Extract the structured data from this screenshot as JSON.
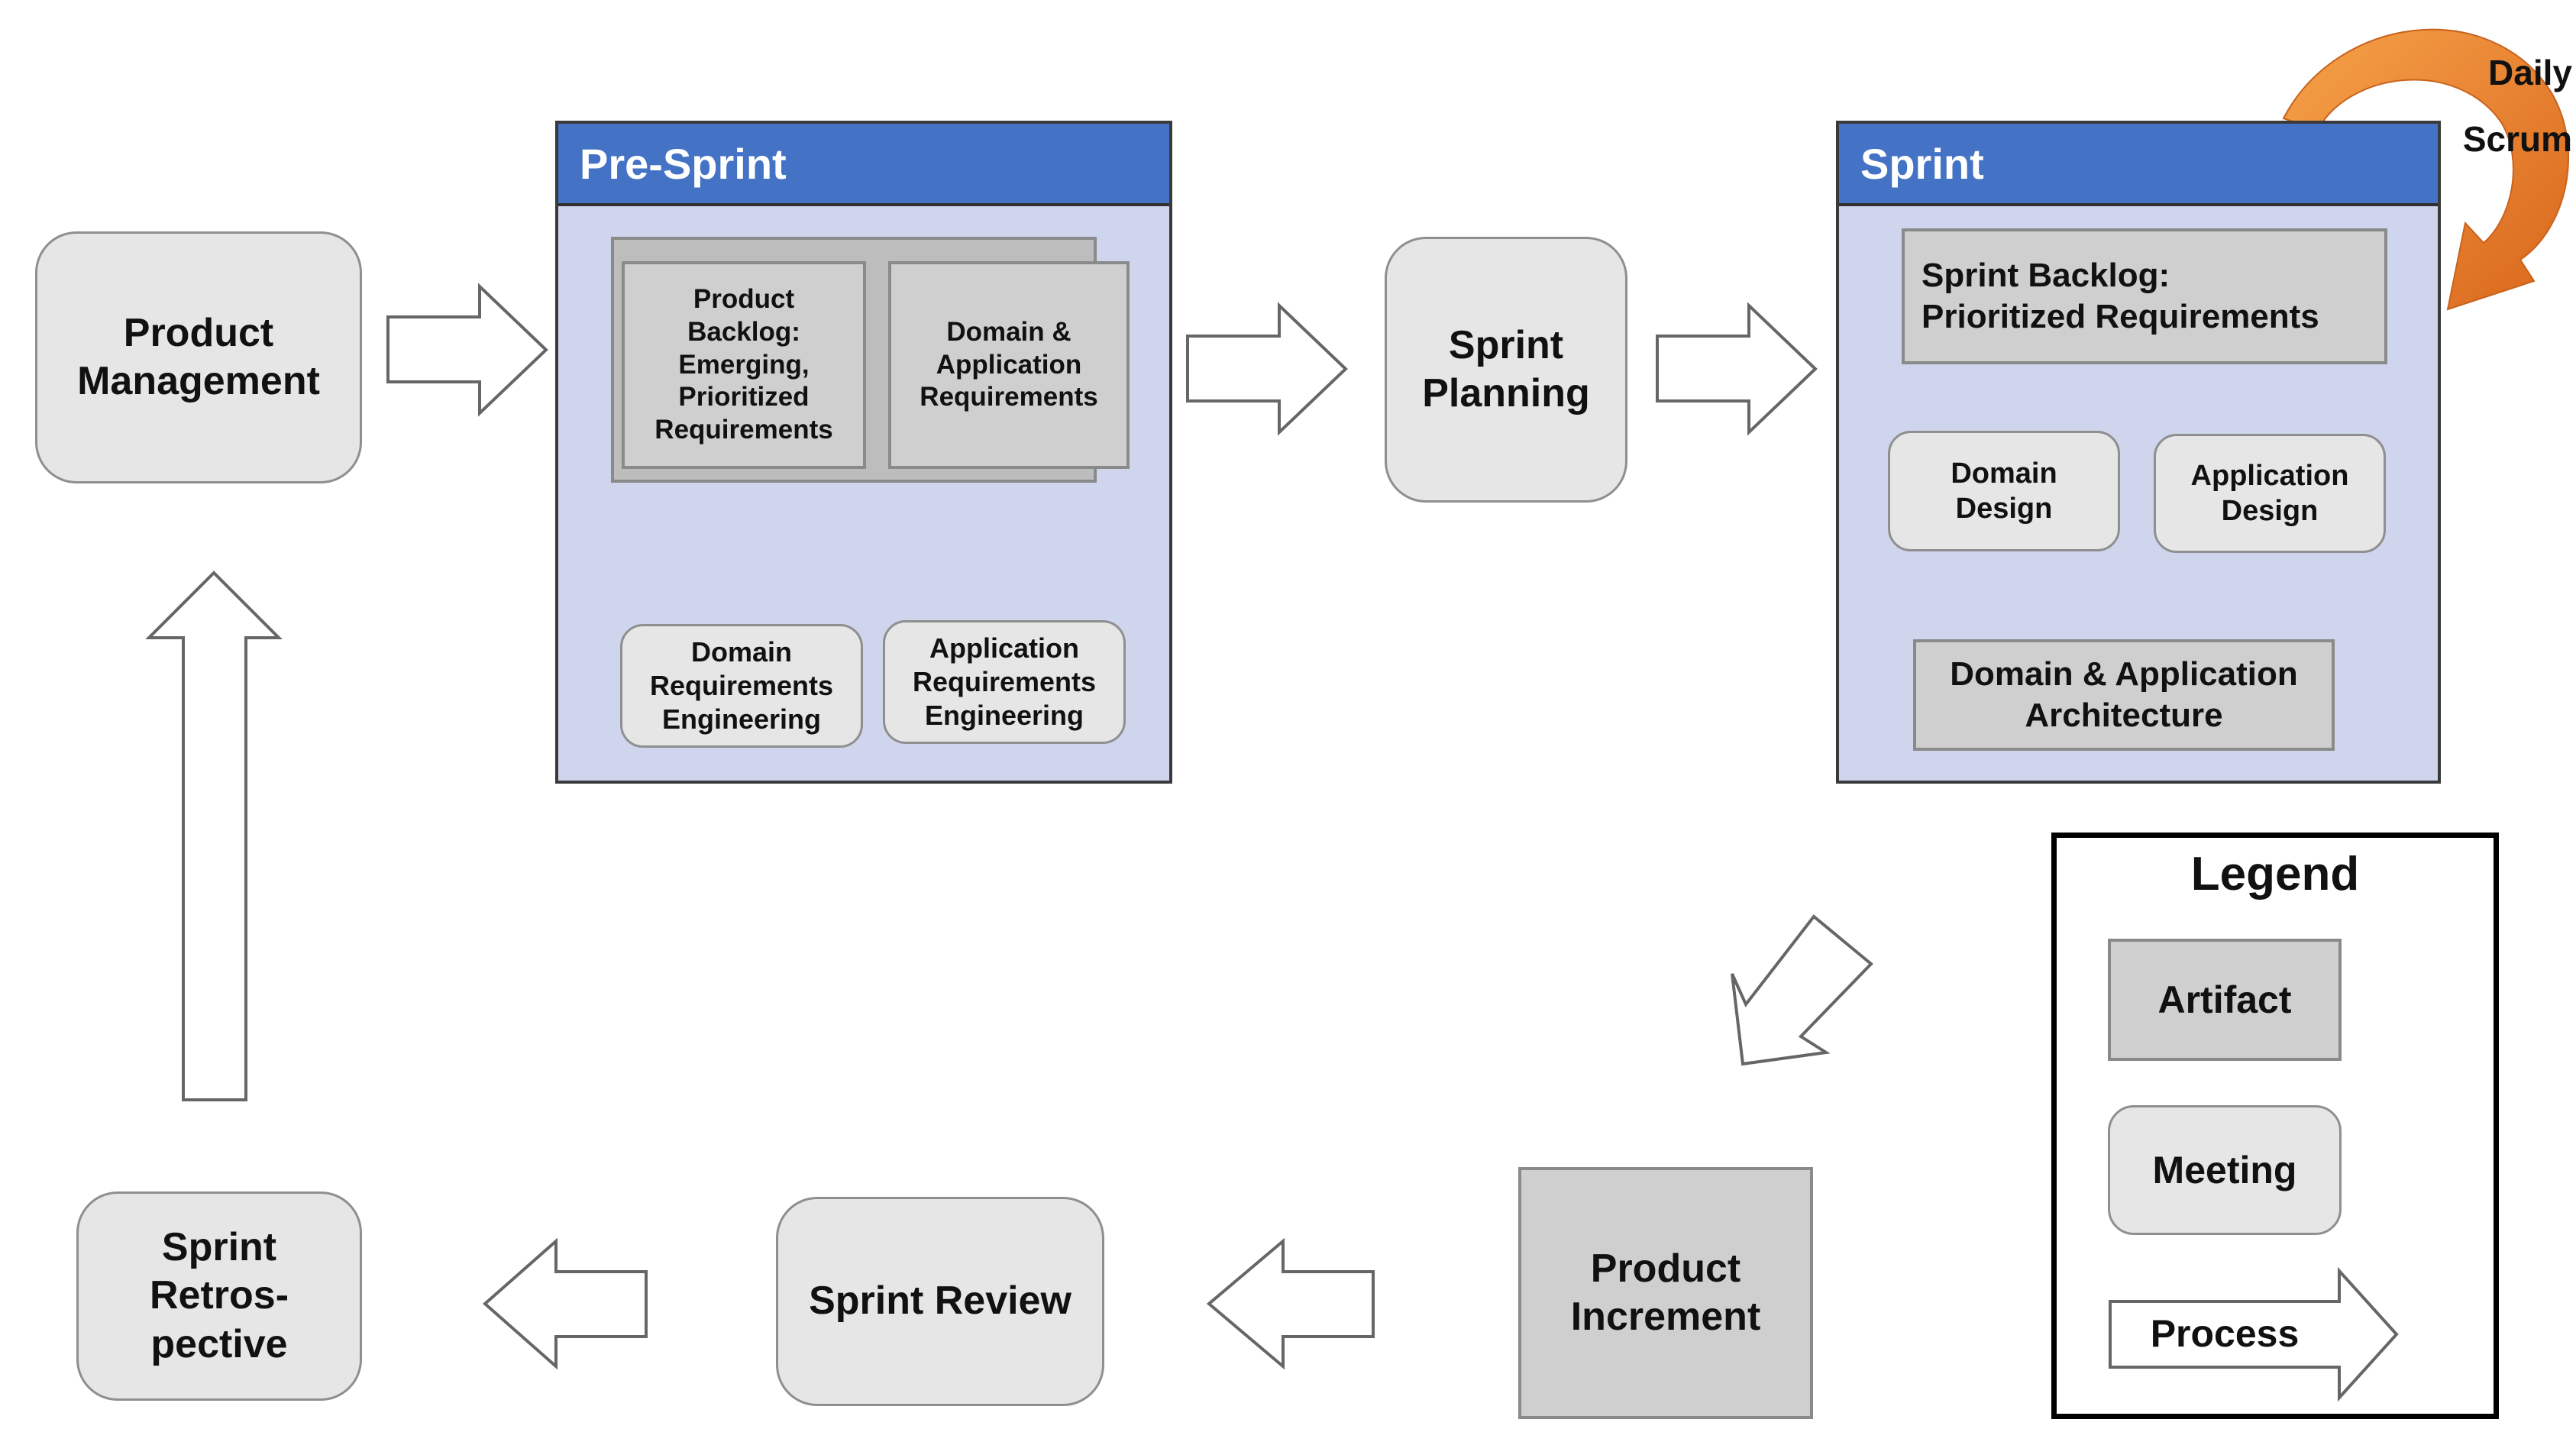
{
  "cycle": {
    "product_management": "Product\nManagement",
    "sprint_planning": "Sprint\nPlanning",
    "product_increment": "Product\nIncrement",
    "sprint_review": "Sprint Review",
    "sprint_retrospective": "Sprint\nRetros-\npective"
  },
  "pre_sprint": {
    "title": "Pre-Sprint",
    "product_backlog": "Product\nBacklog:\nEmerging,\nPrioritized\nRequirements",
    "domain_app_requirements": "Domain &\nApplication\nRequirements",
    "domain_req_engineering": "Domain\nRequirements\nEngineering",
    "app_req_engineering": "Application\nRequirements\nEngineering"
  },
  "sprint": {
    "title": "Sprint",
    "sprint_backlog": "Sprint Backlog:\nPrioritized Requirements",
    "domain_design": "Domain\nDesign",
    "application_design": "Application\nDesign",
    "architecture": "Domain & Application\nArchitecture",
    "daily_scrum": "Daily\nScrum"
  },
  "legend": {
    "title": "Legend",
    "artifact": "Artifact",
    "meeting": "Meeting",
    "process": "Process"
  },
  "colors": {
    "panel_header": "#4472c4",
    "panel_fill": "#cfd5ec",
    "artifact_fill": "#d0cfcf",
    "meeting_fill": "#e6e6e6",
    "daily_scrum_arrow": "#e87722"
  }
}
